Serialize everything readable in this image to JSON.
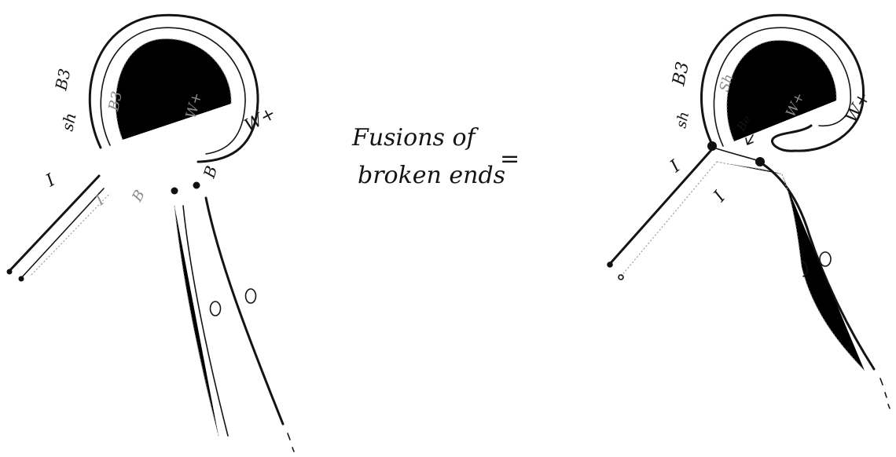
{
  "caption": {
    "line1": "Fusions of",
    "line2": "broken ends",
    "equals": "="
  },
  "left_figure": {
    "outer_labels": {
      "sh": "sh",
      "b3": "B3",
      "wplus": "W+",
      "i": "I",
      "b": "B"
    },
    "inner_labels": {
      "i": "I",
      "b_lower": "B",
      "b3": "B3",
      "wplus": "W+"
    }
  },
  "right_figure": {
    "outer_labels": {
      "b3": "B3",
      "sh": "sh",
      "i": "I",
      "wplus": "W+"
    },
    "inner_labels": {
      "sh": "Sh",
      "wplus": "W+",
      "i": "I",
      "be": "Be"
    }
  },
  "colors": {
    "ink": "#141414",
    "faint_ink": "#9a9a9a",
    "background": "#ffffff"
  }
}
